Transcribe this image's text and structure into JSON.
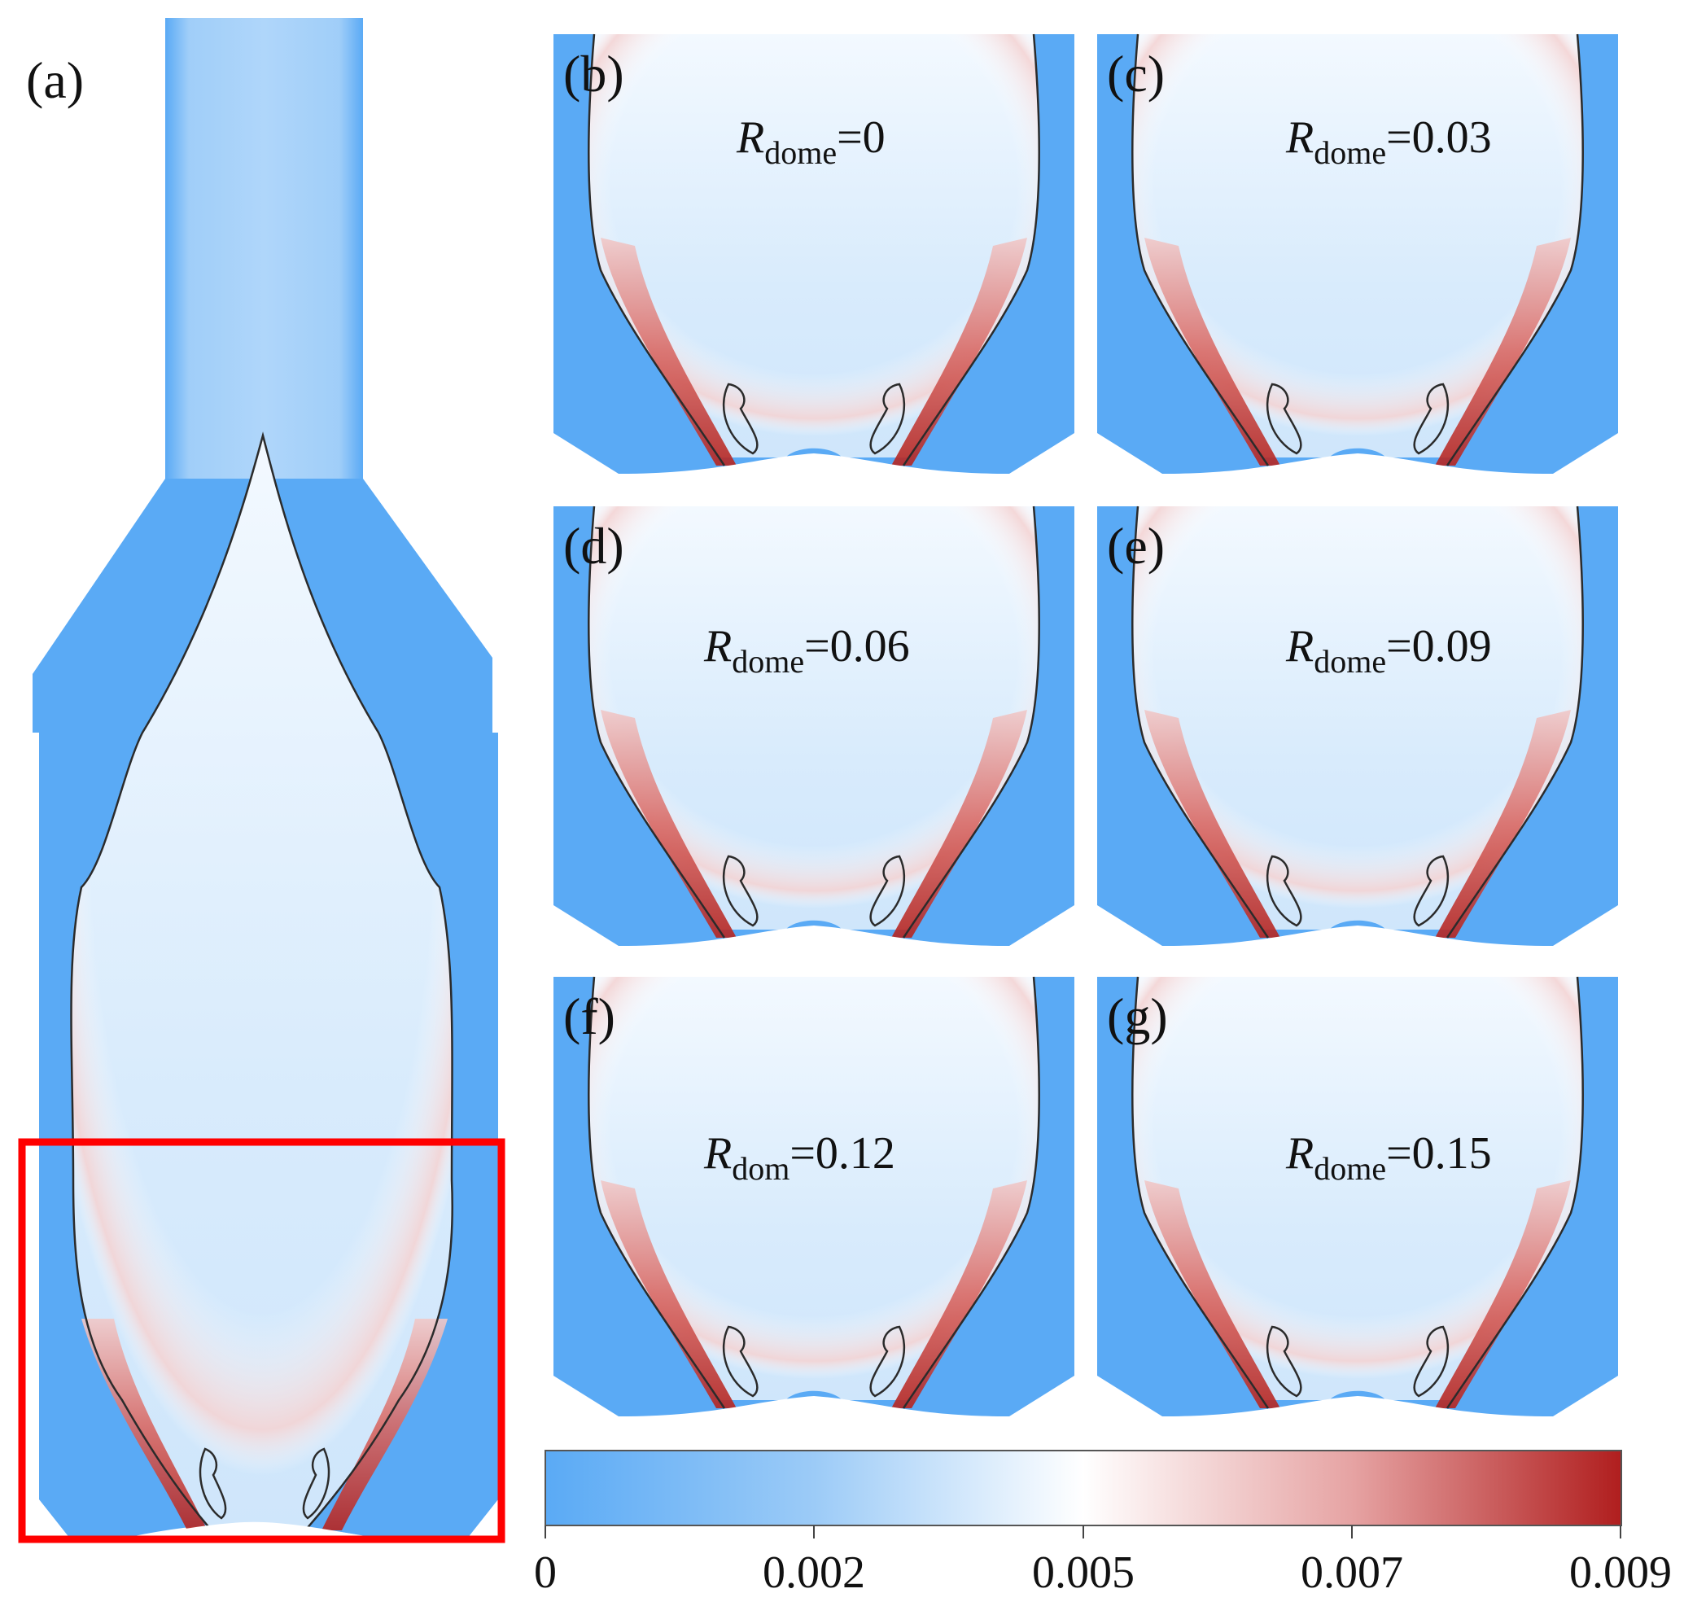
{
  "panel_a": {
    "label": "(a)"
  },
  "panels": [
    {
      "id": "b",
      "label": "(b)",
      "param_symbol": "R",
      "param_subscript": "dome",
      "param_value": "=0"
    },
    {
      "id": "c",
      "label": "(c)",
      "param_symbol": "R",
      "param_subscript": "dome",
      "param_value": "=0.03"
    },
    {
      "id": "d",
      "label": "(d)",
      "param_symbol": "R",
      "param_subscript": "dome",
      "param_value": "=0.06"
    },
    {
      "id": "e",
      "label": "(e)",
      "param_symbol": "R",
      "param_subscript": "dome",
      "param_value": "=0.09"
    },
    {
      "id": "f",
      "label": "(f)",
      "param_symbol": "R",
      "param_subscript": "dom",
      "param_value": "=0.12"
    },
    {
      "id": "g",
      "label": "(g)",
      "param_symbol": "R",
      "param_subscript": "dome",
      "param_value": "=0.15"
    }
  ],
  "colorbar": {
    "ticks": [
      "0",
      "0.002",
      "0.005",
      "0.007",
      "0.009"
    ],
    "colors": {
      "low": "#5aaaf5",
      "mid_low": "#9ccbf7",
      "mid": "#ffffff",
      "mid_high": "#e6a3a3",
      "high": "#b01e1e"
    }
  },
  "colors": {
    "field_background": "#5aaaf5",
    "core_light": "#dbeefc",
    "shear_red": "#c0302c",
    "contour_line": "#2b2b2b",
    "highlight_box": "#ff0000"
  }
}
